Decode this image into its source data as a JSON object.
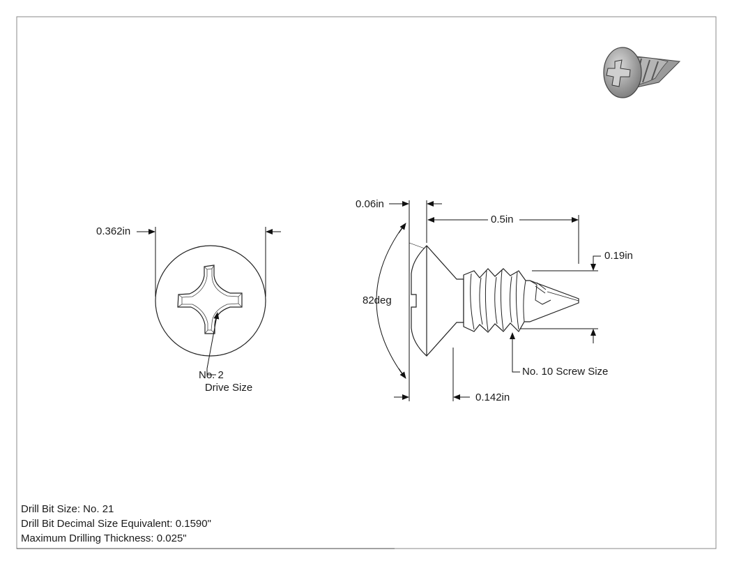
{
  "dimensions": {
    "head_diameter": "0.362in",
    "head_height": "0.06in",
    "length": "0.5in",
    "thread_diameter": "0.19in",
    "countersink_angle": "82deg",
    "head_offset": "0.142in"
  },
  "callouts": {
    "drive_line1": "No. 2",
    "drive_line2": "Drive Size",
    "screw_size": "No. 10 Screw Size"
  },
  "notes": [
    "Drill Bit Size: No. 21",
    "Drill Bit Decimal Size Equivalent: 0.1590\"",
    "Maximum Drilling Thickness: 0.025\""
  ]
}
